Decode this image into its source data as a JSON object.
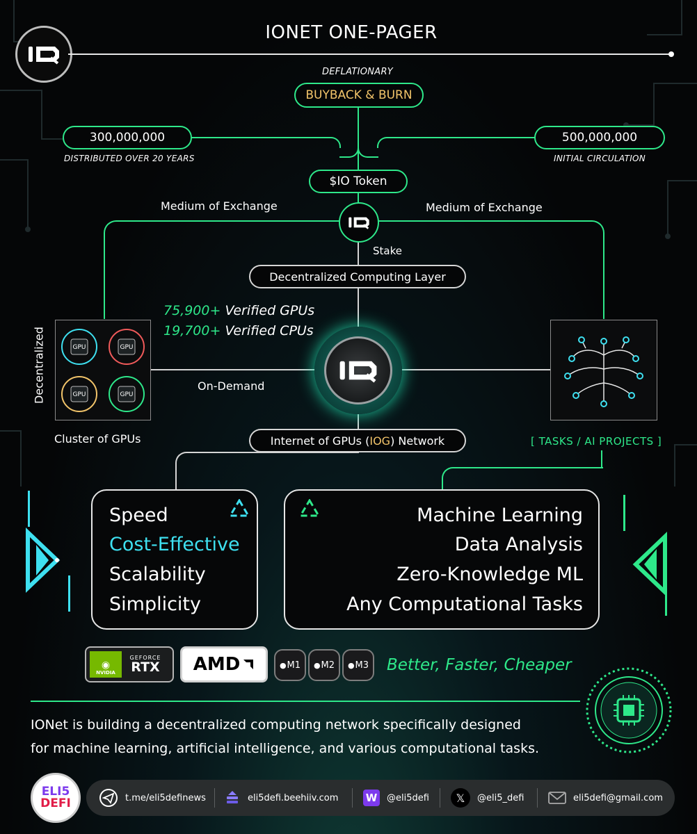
{
  "header": {
    "title": "IONET ONE-PAGER"
  },
  "tokenomics": {
    "deflationary_label": "DEFLATIONARY",
    "buyback": "BUYBACK & BURN",
    "distributed_amount": "300,000,000",
    "distributed_caption": "DISTRIBUTED  OVER 20 YEARS",
    "circulation_amount": "500,000,000",
    "circulation_caption": "INITIAL CIRCULATION",
    "token": "$IO Token",
    "medium_left": "Medium of Exchange",
    "medium_right": "Medium of Exchange",
    "stake": "Stake"
  },
  "network": {
    "layer": "Decentralized Computing Layer",
    "gpus_count": "75,900+",
    "gpus_label": "Verified GPUs",
    "cpus_count": "19,700+",
    "cpus_label": "Verified CPUs",
    "decentralized": "Decentralized",
    "on_demand": "On-Demand",
    "cluster": "Cluster of GPUs",
    "gpu_chip_label": "GPU",
    "iog_prefix": "Internet of GPUs (",
    "iog_highlight": "IOG",
    "iog_suffix": ") Network",
    "tasks": "[ TASKS / AI PROJECTS ]"
  },
  "benefits": [
    "Speed",
    "Cost-Effective",
    "Scalability",
    "Simplicity"
  ],
  "use_cases": [
    "Machine Learning",
    "Data Analysis",
    "Zero-Knowledge ML",
    "Any Computational Tasks"
  ],
  "hardware": {
    "nvidia_logo": "NVIDIA",
    "geforce": "GEFORCE",
    "rtx": "RTX",
    "amd": "AMD",
    "chips": [
      "M1",
      "M2",
      "M3"
    ],
    "tagline": "Better, Faster, Cheaper"
  },
  "description": {
    "line1": "IONet is building a decentralized computing network specifically designed",
    "line2": "for machine learning, artificial intelligence, and various computational tasks."
  },
  "footer": {
    "badge_top": "ELI5",
    "badge_bottom": "DEFI",
    "telegram": "t.me/eli5definews",
    "newsletter": "eli5defi.beehiiv.com",
    "warpcast": "@eli5defi",
    "x": "@eli5_defi",
    "email": "eli5defi@gmail.com"
  },
  "colors": {
    "green": "#2ee88a",
    "cyan": "#3ee0f0",
    "gold": "#f2c46a",
    "grey_border": "#d5d5d5"
  }
}
